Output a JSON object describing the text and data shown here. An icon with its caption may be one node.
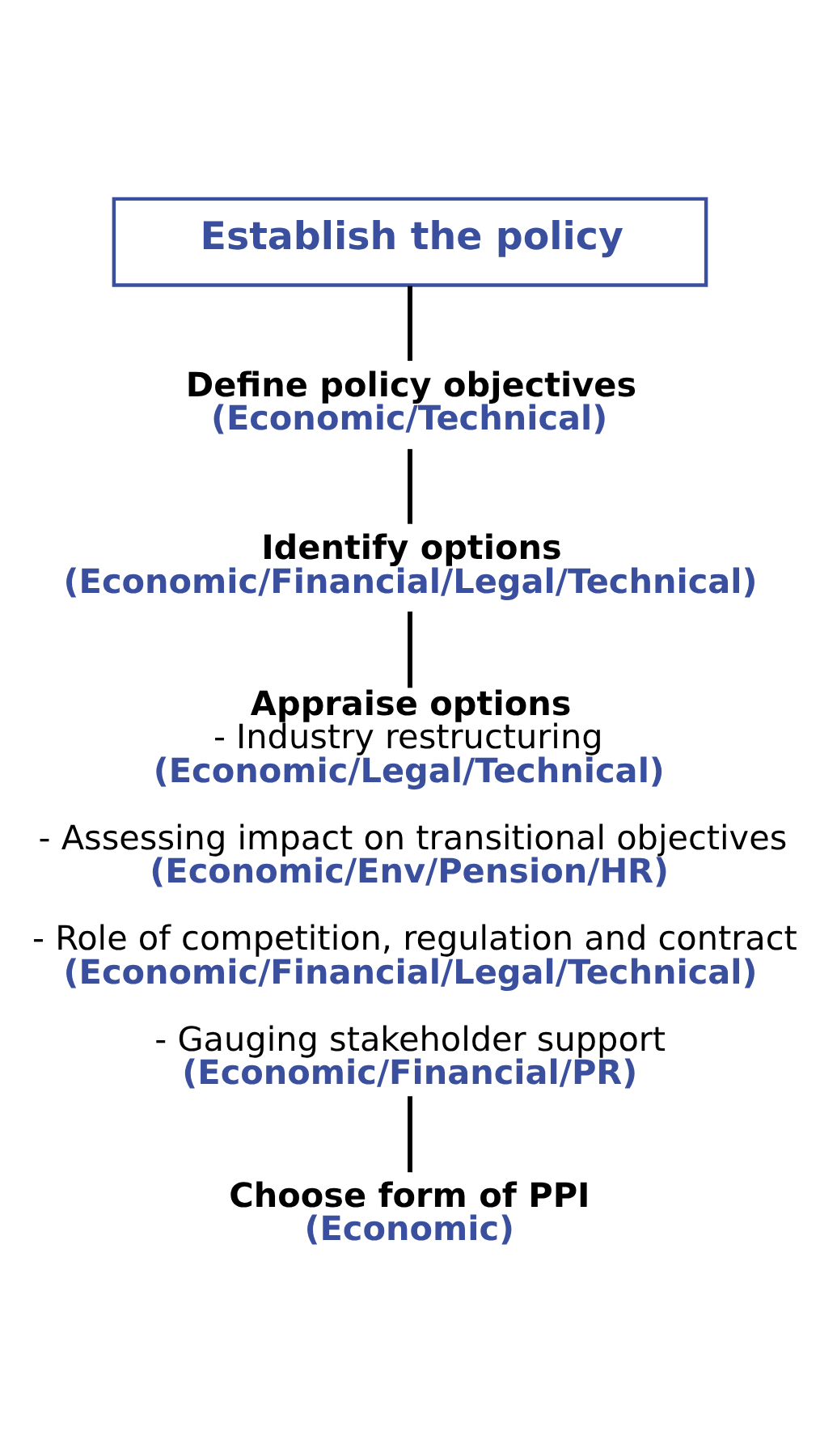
{
  "diagram": {
    "nodes": [
      {
        "text": [
          "Establish the policy"
        ]
      },
      {
        "text": [
          "Define policy objectives",
          "(Economic/Technical)"
        ]
      },
      {
        "text": [
          "Identify options",
          "(Economic/Financial/Legal/Technical)"
        ]
      },
      {
        "text": [
          "Appraise options",
          "- Industry restructuring",
          "(Economic/Legal/Technical)",
          "- Assessing impact on transitional objectives",
          "(Economic/Env/Pension/HR)",
          "- Role of competition, regulation and contract",
          "(Economic/Financial/Legal/Technical)",
          "- Gauging stakeholder support",
          "(Economic/Financial/PR)"
        ]
      },
      {
        "text": [
          "Choose form of PPI",
          "(Economic)"
        ]
      }
    ],
    "edges": [
      {
        "from": 0,
        "to": 1,
        "arrow": "none"
      },
      {
        "from": 1,
        "to": 2,
        "arrow": "none"
      },
      {
        "from": 2,
        "to": 3,
        "arrow": "none"
      },
      {
        "from": 3,
        "to": 4,
        "arrow": "none"
      }
    ]
  }
}
